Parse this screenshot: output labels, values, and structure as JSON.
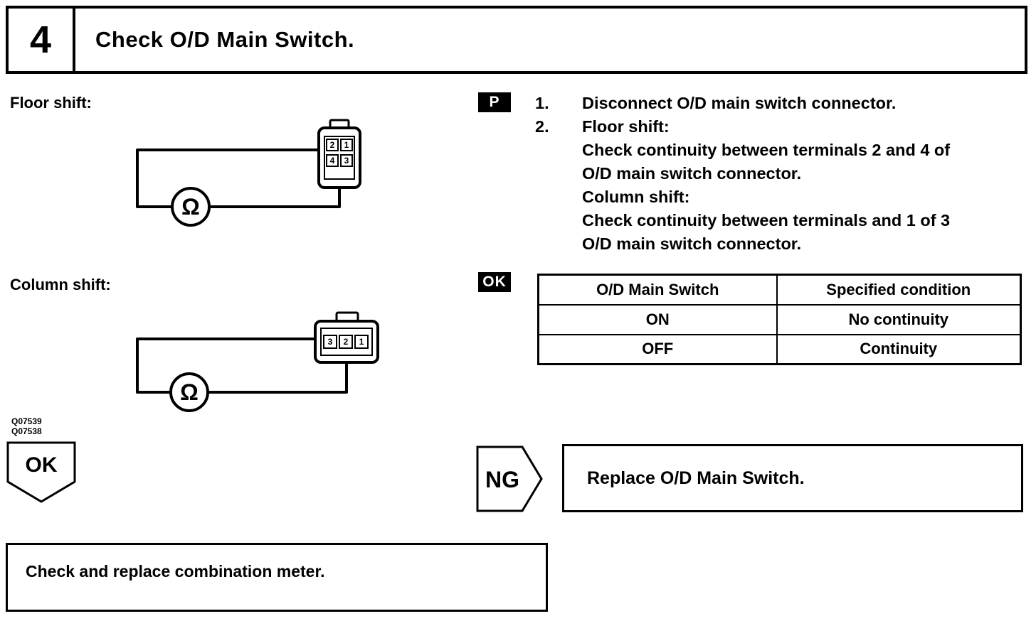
{
  "header": {
    "step_number": "4",
    "title": "Check O/D Main Switch."
  },
  "left_column": {
    "floor_label": "Floor shift:",
    "column_label": "Column shift:",
    "figure_codes": {
      "code1": "Q07539",
      "code2": "Q07538"
    },
    "ok_arrow_label": "OK",
    "combination_box_text": "Check and replace combination meter."
  },
  "instructions": {
    "badge": "P",
    "items": [
      {
        "number": "1.",
        "lines": [
          "Disconnect O/D main switch connector."
        ]
      },
      {
        "number": "2.",
        "lines": [
          "Floor shift:",
          "Check continuity between terminals 2 and 4 of",
          "O/D main switch connector.",
          "Column shift:",
          "Check continuity between terminals and 1 of 3",
          "O/D main switch connector."
        ]
      }
    ]
  },
  "table": {
    "badge": "OK",
    "headers": [
      "O/D Main Switch",
      "Specified condition"
    ],
    "rows": [
      [
        "ON",
        "No continuity"
      ],
      [
        "OFF",
        "Continuity"
      ]
    ]
  },
  "ng_flow": {
    "label": "NG",
    "action": "Replace O/D Main Switch."
  },
  "diagrams": {
    "floor": {
      "ohm": "Ω",
      "pins": [
        "2",
        "1",
        "4",
        "3"
      ]
    },
    "column": {
      "ohm": "Ω",
      "pins": [
        "3",
        "2",
        "1"
      ]
    }
  }
}
